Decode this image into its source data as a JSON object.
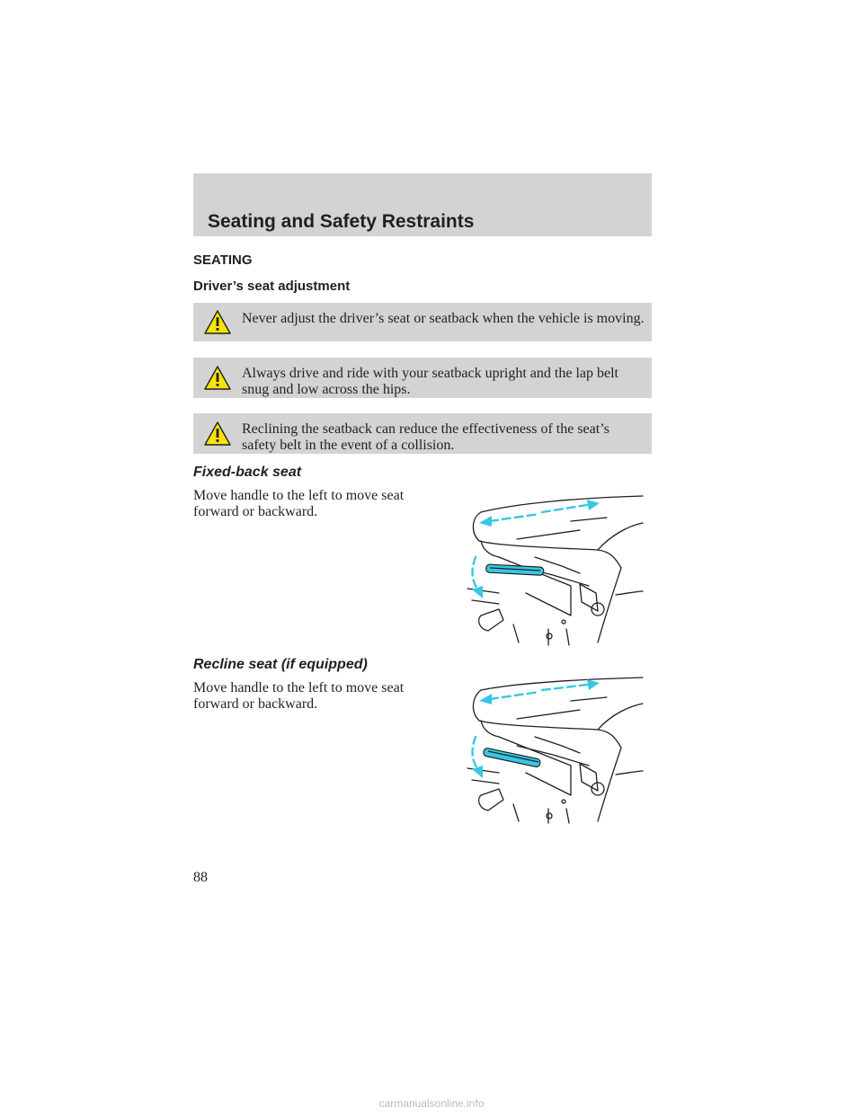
{
  "header": {
    "title": "Seating and Safety Restraints"
  },
  "section_heading": "SEATING",
  "subsection_heading": "Driver’s seat adjustment",
  "warnings": [
    {
      "text": "Never adjust the driver’s seat or seatback when the vehicle is moving."
    },
    {
      "text": "Always drive and ride with your seatback upright and the lap belt snug and low across the hips."
    },
    {
      "text": "Reclining the seatback can reduce the effectiveness of the seat’s safety belt in the event of a collision."
    }
  ],
  "fixed_back": {
    "heading": "Fixed-back seat",
    "text": "Move handle to the left to move seat forward or backward."
  },
  "recline": {
    "heading": "Recline seat (if equipped)",
    "text": "Move handle to the left to move seat forward or backward."
  },
  "page_number": "88",
  "watermark": "carmanualsonline.info",
  "colors": {
    "band": "#d3d3d3",
    "arrow": "#35c8e4",
    "warning_yellow": "#f6e30a"
  },
  "icons": [
    "warning-triangle-icon",
    "seat-adjustment-illustration"
  ]
}
